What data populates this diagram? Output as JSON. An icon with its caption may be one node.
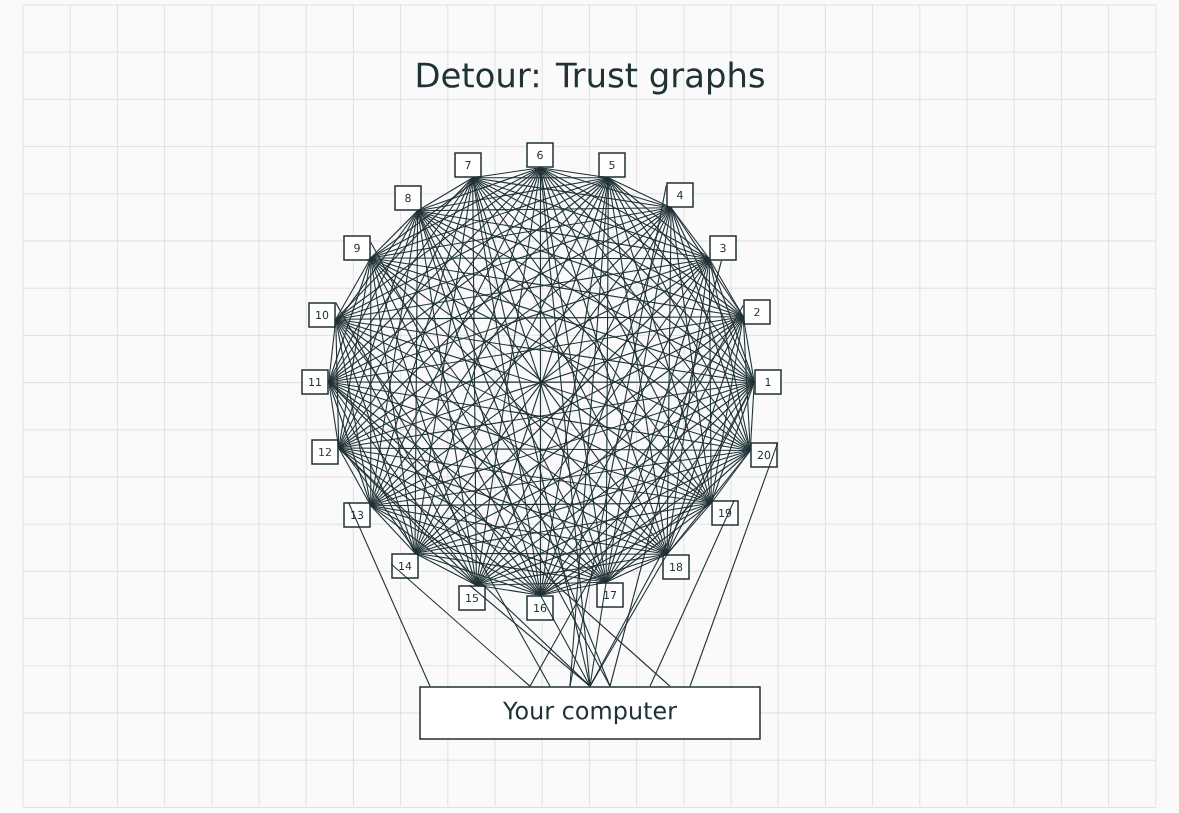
{
  "diagram": {
    "title": "Detour: Trust graphs",
    "nodes": [
      {
        "text": [
          "1"
        ]
      },
      {
        "text": [
          "2"
        ]
      },
      {
        "text": [
          "3"
        ]
      },
      {
        "text": [
          "4"
        ]
      },
      {
        "text": [
          "5"
        ]
      },
      {
        "text": [
          "6"
        ]
      },
      {
        "text": [
          "7"
        ]
      },
      {
        "text": [
          "8"
        ]
      },
      {
        "text": [
          "9"
        ]
      },
      {
        "text": [
          "10"
        ]
      },
      {
        "text": [
          "11"
        ]
      },
      {
        "text": [
          "12"
        ]
      },
      {
        "text": [
          "13"
        ]
      },
      {
        "text": [
          "14"
        ]
      },
      {
        "text": [
          "15"
        ]
      },
      {
        "text": [
          "16"
        ]
      },
      {
        "text": [
          "17"
        ]
      },
      {
        "text": [
          "18"
        ]
      },
      {
        "text": [
          "19"
        ]
      },
      {
        "text": [
          "20"
        ]
      },
      {
        "text": [
          "Your computer"
        ]
      }
    ],
    "edges": [
      {
        "from": 0,
        "to": 1,
        "arrow": "none"
      },
      {
        "from": 0,
        "to": 2,
        "arrow": "none"
      },
      {
        "from": 0,
        "to": 3,
        "arrow": "none"
      },
      {
        "from": 0,
        "to": 4,
        "arrow": "none"
      },
      {
        "from": 0,
        "to": 5,
        "arrow": "none"
      },
      {
        "from": 0,
        "to": 6,
        "arrow": "none"
      },
      {
        "from": 0,
        "to": 7,
        "arrow": "none"
      },
      {
        "from": 0,
        "to": 8,
        "arrow": "none"
      },
      {
        "from": 0,
        "to": 9,
        "arrow": "none"
      },
      {
        "from": 0,
        "to": 10,
        "arrow": "none"
      },
      {
        "from": 0,
        "to": 11,
        "arrow": "none"
      },
      {
        "from": 0,
        "to": 12,
        "arrow": "none"
      },
      {
        "from": 0,
        "to": 13,
        "arrow": "none"
      },
      {
        "from": 0,
        "to": 14,
        "arrow": "none"
      },
      {
        "from": 0,
        "to": 15,
        "arrow": "none"
      },
      {
        "from": 0,
        "to": 16,
        "arrow": "none"
      },
      {
        "from": 0,
        "to": 17,
        "arrow": "none"
      },
      {
        "from": 0,
        "to": 18,
        "arrow": "none"
      },
      {
        "from": 0,
        "to": 19,
        "arrow": "none"
      },
      {
        "from": 1,
        "to": 2,
        "arrow": "none"
      },
      {
        "from": 1,
        "to": 3,
        "arrow": "none"
      },
      {
        "from": 1,
        "to": 4,
        "arrow": "none"
      },
      {
        "from": 1,
        "to": 5,
        "arrow": "none"
      },
      {
        "from": 1,
        "to": 6,
        "arrow": "none"
      },
      {
        "from": 1,
        "to": 7,
        "arrow": "none"
      },
      {
        "from": 1,
        "to": 8,
        "arrow": "none"
      },
      {
        "from": 1,
        "to": 9,
        "arrow": "none"
      },
      {
        "from": 1,
        "to": 10,
        "arrow": "none"
      },
      {
        "from": 1,
        "to": 11,
        "arrow": "none"
      },
      {
        "from": 1,
        "to": 12,
        "arrow": "none"
      },
      {
        "from": 1,
        "to": 13,
        "arrow": "none"
      },
      {
        "from": 1,
        "to": 14,
        "arrow": "none"
      },
      {
        "from": 1,
        "to": 15,
        "arrow": "none"
      },
      {
        "from": 1,
        "to": 16,
        "arrow": "none"
      },
      {
        "from": 1,
        "to": 17,
        "arrow": "none"
      },
      {
        "from": 1,
        "to": 18,
        "arrow": "none"
      },
      {
        "from": 1,
        "to": 19,
        "arrow": "none"
      },
      {
        "from": 2,
        "to": 3,
        "arrow": "none"
      },
      {
        "from": 2,
        "to": 4,
        "arrow": "none"
      },
      {
        "from": 2,
        "to": 5,
        "arrow": "none"
      },
      {
        "from": 2,
        "to": 6,
        "arrow": "none"
      },
      {
        "from": 2,
        "to": 7,
        "arrow": "none"
      },
      {
        "from": 2,
        "to": 8,
        "arrow": "none"
      },
      {
        "from": 2,
        "to": 9,
        "arrow": "none"
      },
      {
        "from": 2,
        "to": 10,
        "arrow": "none"
      },
      {
        "from": 2,
        "to": 11,
        "arrow": "none"
      },
      {
        "from": 2,
        "to": 12,
        "arrow": "none"
      },
      {
        "from": 2,
        "to": 13,
        "arrow": "none"
      },
      {
        "from": 2,
        "to": 14,
        "arrow": "none"
      },
      {
        "from": 2,
        "to": 15,
        "arrow": "none"
      },
      {
        "from": 2,
        "to": 16,
        "arrow": "none"
      },
      {
        "from": 2,
        "to": 17,
        "arrow": "none"
      },
      {
        "from": 2,
        "to": 18,
        "arrow": "none"
      },
      {
        "from": 2,
        "to": 19,
        "arrow": "none"
      },
      {
        "from": 3,
        "to": 4,
        "arrow": "none"
      },
      {
        "from": 3,
        "to": 5,
        "arrow": "none"
      },
      {
        "from": 3,
        "to": 6,
        "arrow": "none"
      },
      {
        "from": 3,
        "to": 7,
        "arrow": "none"
      },
      {
        "from": 3,
        "to": 8,
        "arrow": "none"
      },
      {
        "from": 3,
        "to": 9,
        "arrow": "none"
      },
      {
        "from": 3,
        "to": 10,
        "arrow": "none"
      },
      {
        "from": 3,
        "to": 11,
        "arrow": "none"
      },
      {
        "from": 3,
        "to": 12,
        "arrow": "none"
      },
      {
        "from": 3,
        "to": 13,
        "arrow": "none"
      },
      {
        "from": 3,
        "to": 14,
        "arrow": "none"
      },
      {
        "from": 3,
        "to": 15,
        "arrow": "none"
      },
      {
        "from": 3,
        "to": 16,
        "arrow": "none"
      },
      {
        "from": 3,
        "to": 17,
        "arrow": "none"
      },
      {
        "from": 3,
        "to": 18,
        "arrow": "none"
      },
      {
        "from": 3,
        "to": 19,
        "arrow": "none"
      },
      {
        "from": 4,
        "to": 5,
        "arrow": "none"
      },
      {
        "from": 4,
        "to": 6,
        "arrow": "none"
      },
      {
        "from": 4,
        "to": 7,
        "arrow": "none"
      },
      {
        "from": 4,
        "to": 8,
        "arrow": "none"
      },
      {
        "from": 4,
        "to": 9,
        "arrow": "none"
      },
      {
        "from": 4,
        "to": 10,
        "arrow": "none"
      },
      {
        "from": 4,
        "to": 11,
        "arrow": "none"
      },
      {
        "from": 4,
        "to": 12,
        "arrow": "none"
      },
      {
        "from": 4,
        "to": 13,
        "arrow": "none"
      },
      {
        "from": 4,
        "to": 14,
        "arrow": "none"
      },
      {
        "from": 4,
        "to": 15,
        "arrow": "none"
      },
      {
        "from": 4,
        "to": 16,
        "arrow": "none"
      },
      {
        "from": 4,
        "to": 17,
        "arrow": "none"
      },
      {
        "from": 4,
        "to": 18,
        "arrow": "none"
      },
      {
        "from": 4,
        "to": 19,
        "arrow": "none"
      },
      {
        "from": 5,
        "to": 6,
        "arrow": "none"
      },
      {
        "from": 5,
        "to": 7,
        "arrow": "none"
      },
      {
        "from": 5,
        "to": 8,
        "arrow": "none"
      },
      {
        "from": 5,
        "to": 9,
        "arrow": "none"
      },
      {
        "from": 5,
        "to": 10,
        "arrow": "none"
      },
      {
        "from": 5,
        "to": 11,
        "arrow": "none"
      },
      {
        "from": 5,
        "to": 12,
        "arrow": "none"
      },
      {
        "from": 5,
        "to": 13,
        "arrow": "none"
      },
      {
        "from": 5,
        "to": 14,
        "arrow": "none"
      },
      {
        "from": 5,
        "to": 15,
        "arrow": "none"
      },
      {
        "from": 5,
        "to": 16,
        "arrow": "none"
      },
      {
        "from": 5,
        "to": 17,
        "arrow": "none"
      },
      {
        "from": 5,
        "to": 18,
        "arrow": "none"
      },
      {
        "from": 5,
        "to": 19,
        "arrow": "none"
      },
      {
        "from": 6,
        "to": 7,
        "arrow": "none"
      },
      {
        "from": 6,
        "to": 8,
        "arrow": "none"
      },
      {
        "from": 6,
        "to": 9,
        "arrow": "none"
      },
      {
        "from": 6,
        "to": 10,
        "arrow": "none"
      },
      {
        "from": 6,
        "to": 11,
        "arrow": "none"
      },
      {
        "from": 6,
        "to": 12,
        "arrow": "none"
      },
      {
        "from": 6,
        "to": 13,
        "arrow": "none"
      },
      {
        "from": 6,
        "to": 14,
        "arrow": "none"
      },
      {
        "from": 6,
        "to": 15,
        "arrow": "none"
      },
      {
        "from": 6,
        "to": 16,
        "arrow": "none"
      },
      {
        "from": 6,
        "to": 17,
        "arrow": "none"
      },
      {
        "from": 6,
        "to": 18,
        "arrow": "none"
      },
      {
        "from": 6,
        "to": 19,
        "arrow": "none"
      },
      {
        "from": 7,
        "to": 8,
        "arrow": "none"
      },
      {
        "from": 7,
        "to": 9,
        "arrow": "none"
      },
      {
        "from": 7,
        "to": 10,
        "arrow": "none"
      },
      {
        "from": 7,
        "to": 11,
        "arrow": "none"
      },
      {
        "from": 7,
        "to": 12,
        "arrow": "none"
      },
      {
        "from": 7,
        "to": 13,
        "arrow": "none"
      },
      {
        "from": 7,
        "to": 14,
        "arrow": "none"
      },
      {
        "from": 7,
        "to": 15,
        "arrow": "none"
      },
      {
        "from": 7,
        "to": 16,
        "arrow": "none"
      },
      {
        "from": 7,
        "to": 17,
        "arrow": "none"
      },
      {
        "from": 7,
        "to": 18,
        "arrow": "none"
      },
      {
        "from": 7,
        "to": 19,
        "arrow": "none"
      },
      {
        "from": 8,
        "to": 9,
        "arrow": "none"
      },
      {
        "from": 8,
        "to": 10,
        "arrow": "none"
      },
      {
        "from": 8,
        "to": 11,
        "arrow": "none"
      },
      {
        "from": 8,
        "to": 12,
        "arrow": "none"
      },
      {
        "from": 8,
        "to": 13,
        "arrow": "none"
      },
      {
        "from": 8,
        "to": 14,
        "arrow": "none"
      },
      {
        "from": 8,
        "to": 15,
        "arrow": "none"
      },
      {
        "from": 8,
        "to": 16,
        "arrow": "none"
      },
      {
        "from": 8,
        "to": 17,
        "arrow": "none"
      },
      {
        "from": 8,
        "to": 18,
        "arrow": "none"
      },
      {
        "from": 8,
        "to": 19,
        "arrow": "none"
      },
      {
        "from": 9,
        "to": 10,
        "arrow": "none"
      },
      {
        "from": 9,
        "to": 11,
        "arrow": "none"
      },
      {
        "from": 9,
        "to": 12,
        "arrow": "none"
      },
      {
        "from": 9,
        "to": 13,
        "arrow": "none"
      },
      {
        "from": 9,
        "to": 14,
        "arrow": "none"
      },
      {
        "from": 9,
        "to": 15,
        "arrow": "none"
      },
      {
        "from": 9,
        "to": 16,
        "arrow": "none"
      },
      {
        "from": 9,
        "to": 17,
        "arrow": "none"
      },
      {
        "from": 9,
        "to": 18,
        "arrow": "none"
      },
      {
        "from": 9,
        "to": 19,
        "arrow": "none"
      },
      {
        "from": 10,
        "to": 11,
        "arrow": "none"
      },
      {
        "from": 10,
        "to": 12,
        "arrow": "none"
      },
      {
        "from": 10,
        "to": 13,
        "arrow": "none"
      },
      {
        "from": 10,
        "to": 14,
        "arrow": "none"
      },
      {
        "from": 10,
        "to": 15,
        "arrow": "none"
      },
      {
        "from": 10,
        "to": 16,
        "arrow": "none"
      },
      {
        "from": 10,
        "to": 17,
        "arrow": "none"
      },
      {
        "from": 10,
        "to": 18,
        "arrow": "none"
      },
      {
        "from": 10,
        "to": 19,
        "arrow": "none"
      },
      {
        "from": 11,
        "to": 12,
        "arrow": "none"
      },
      {
        "from": 11,
        "to": 13,
        "arrow": "none"
      },
      {
        "from": 11,
        "to": 14,
        "arrow": "none"
      },
      {
        "from": 11,
        "to": 15,
        "arrow": "none"
      },
      {
        "from": 11,
        "to": 16,
        "arrow": "none"
      },
      {
        "from": 11,
        "to": 17,
        "arrow": "none"
      },
      {
        "from": 11,
        "to": 18,
        "arrow": "none"
      },
      {
        "from": 11,
        "to": 19,
        "arrow": "none"
      },
      {
        "from": 12,
        "to": 13,
        "arrow": "none"
      },
      {
        "from": 12,
        "to": 14,
        "arrow": "none"
      },
      {
        "from": 12,
        "to": 15,
        "arrow": "none"
      },
      {
        "from": 12,
        "to": 16,
        "arrow": "none"
      },
      {
        "from": 12,
        "to": 17,
        "arrow": "none"
      },
      {
        "from": 12,
        "to": 18,
        "arrow": "none"
      },
      {
        "from": 12,
        "to": 19,
        "arrow": "none"
      },
      {
        "from": 13,
        "to": 14,
        "arrow": "none"
      },
      {
        "from": 13,
        "to": 15,
        "arrow": "none"
      },
      {
        "from": 13,
        "to": 16,
        "arrow": "none"
      },
      {
        "from": 13,
        "to": 17,
        "arrow": "none"
      },
      {
        "from": 13,
        "to": 18,
        "arrow": "none"
      },
      {
        "from": 13,
        "to": 19,
        "arrow": "none"
      },
      {
        "from": 14,
        "to": 15,
        "arrow": "none"
      },
      {
        "from": 14,
        "to": 16,
        "arrow": "none"
      },
      {
        "from": 14,
        "to": 17,
        "arrow": "none"
      },
      {
        "from": 14,
        "to": 18,
        "arrow": "none"
      },
      {
        "from": 14,
        "to": 19,
        "arrow": "none"
      },
      {
        "from": 15,
        "to": 16,
        "arrow": "none"
      },
      {
        "from": 15,
        "to": 17,
        "arrow": "none"
      },
      {
        "from": 15,
        "to": 18,
        "arrow": "none"
      },
      {
        "from": 15,
        "to": 19,
        "arrow": "none"
      },
      {
        "from": 16,
        "to": 17,
        "arrow": "none"
      },
      {
        "from": 16,
        "to": 18,
        "arrow": "none"
      },
      {
        "from": 16,
        "to": 19,
        "arrow": "none"
      },
      {
        "from": 17,
        "to": 18,
        "arrow": "none"
      },
      {
        "from": 17,
        "to": 19,
        "arrow": "none"
      },
      {
        "from": 18,
        "to": 19,
        "arrow": "none"
      },
      {
        "from": 20,
        "to": 0,
        "arrow": "none"
      },
      {
        "from": 20,
        "to": 1,
        "arrow": "none"
      },
      {
        "from": 20,
        "to": 2,
        "arrow": "none"
      },
      {
        "from": 20,
        "to": 3,
        "arrow": "none"
      },
      {
        "from": 20,
        "to": 4,
        "arrow": "none"
      },
      {
        "from": 20,
        "to": 5,
        "arrow": "none"
      },
      {
        "from": 20,
        "to": 6,
        "arrow": "none"
      },
      {
        "from": 20,
        "to": 7,
        "arrow": "none"
      },
      {
        "from": 20,
        "to": 8,
        "arrow": "none"
      },
      {
        "from": 20,
        "to": 9,
        "arrow": "none"
      },
      {
        "from": 20,
        "to": 10,
        "arrow": "none"
      },
      {
        "from": 20,
        "to": 11,
        "arrow": "none"
      },
      {
        "from": 20,
        "to": 12,
        "arrow": "none"
      },
      {
        "from": 20,
        "to": 13,
        "arrow": "none"
      },
      {
        "from": 20,
        "to": 14,
        "arrow": "none"
      },
      {
        "from": 20,
        "to": 15,
        "arrow": "none"
      },
      {
        "from": 20,
        "to": 16,
        "arrow": "none"
      },
      {
        "from": 20,
        "to": 17,
        "arrow": "none"
      },
      {
        "from": 20,
        "to": 18,
        "arrow": "none"
      },
      {
        "from": 20,
        "to": 19,
        "arrow": "none"
      }
    ]
  }
}
